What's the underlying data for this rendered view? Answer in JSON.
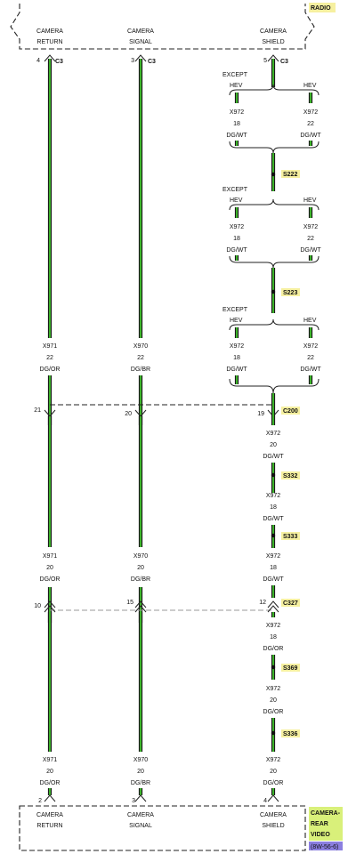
{
  "radio": {
    "label": "RADIO",
    "functions": [
      [
        "CAMERA",
        "RETURN"
      ],
      [
        "CAMERA",
        "SIGNAL"
      ],
      [
        "CAMERA",
        "SHIELD"
      ]
    ],
    "pins": [
      "4",
      "3",
      "5"
    ],
    "connector": "C3"
  },
  "variant_blocks": [
    {
      "except": "EXCEPT",
      "left": {
        "option": "HEV",
        "circuit": "X972",
        "gauge": "18",
        "color": "DG/WT"
      },
      "right": {
        "option": "HEV",
        "circuit": "X972",
        "gauge": "22",
        "color": "DG/WT"
      },
      "splice": "S222"
    },
    {
      "except": "EXCEPT",
      "left": {
        "option": "HEV",
        "circuit": "X972",
        "gauge": "18",
        "color": "DG/WT"
      },
      "right": {
        "option": "HEV",
        "circuit": "X972",
        "gauge": "22",
        "color": "DG/WT"
      },
      "splice": "S223"
    },
    {
      "except": "EXCEPT",
      "left": {
        "option": "HEV",
        "circuit": "X972",
        "gauge": "18",
        "color": "DG/WT"
      },
      "right": {
        "option": "HEV",
        "circuit": "X972",
        "gauge": "22",
        "color": "DG/WT"
      }
    }
  ],
  "wires_upper": [
    {
      "circuit": "X971",
      "gauge": "22",
      "color": "DG/OR"
    },
    {
      "circuit": "X970",
      "gauge": "22",
      "color": "DG/BR"
    }
  ],
  "c200": {
    "name": "C200",
    "pins": [
      "21",
      "20",
      "19"
    ]
  },
  "shield_segments_a": [
    {
      "circuit": "X972",
      "gauge": "20",
      "color": "DG/WT",
      "splice": "S332"
    },
    {
      "circuit": "X972",
      "gauge": "18",
      "color": "DG/WT",
      "splice": "S333"
    },
    {
      "circuit": "X972",
      "gauge": "18",
      "color": "DG/WT"
    }
  ],
  "wires_mid": [
    {
      "circuit": "X971",
      "gauge": "20",
      "color": "DG/OR"
    },
    {
      "circuit": "X970",
      "gauge": "20",
      "color": "DG/BR"
    }
  ],
  "c327": {
    "name": "C327",
    "pins": [
      "10",
      "15",
      "12"
    ]
  },
  "shield_segments_b": [
    {
      "circuit": "X972",
      "gauge": "18",
      "color": "DG/OR",
      "splice": "S369"
    },
    {
      "circuit": "X972",
      "gauge": "20",
      "color": "DG/OR",
      "splice": "S336"
    },
    {
      "circuit": "X972",
      "gauge": "20",
      "color": "DG/OR"
    }
  ],
  "wires_lower": [
    {
      "circuit": "X971",
      "gauge": "20",
      "color": "DG/OR"
    },
    {
      "circuit": "X970",
      "gauge": "20",
      "color": "DG/BR"
    }
  ],
  "camera": {
    "label_lines": [
      "CAMERA-",
      "REAR",
      "VIDEO"
    ],
    "ref": "(8W-56-6)",
    "functions": [
      [
        "CAMERA",
        "RETURN"
      ],
      [
        "CAMERA",
        "SIGNAL"
      ],
      [
        "CAMERA",
        "SHIELD"
      ]
    ],
    "pins": [
      "2",
      "3",
      "4"
    ]
  },
  "colors": {
    "wire_core": "#1a1a1a",
    "wire_stripe": "#3cb22a",
    "tag_fill": "#f6f0a0",
    "camera_fill": "#d9f07a",
    "ref_fill": "#8b7fe0"
  }
}
